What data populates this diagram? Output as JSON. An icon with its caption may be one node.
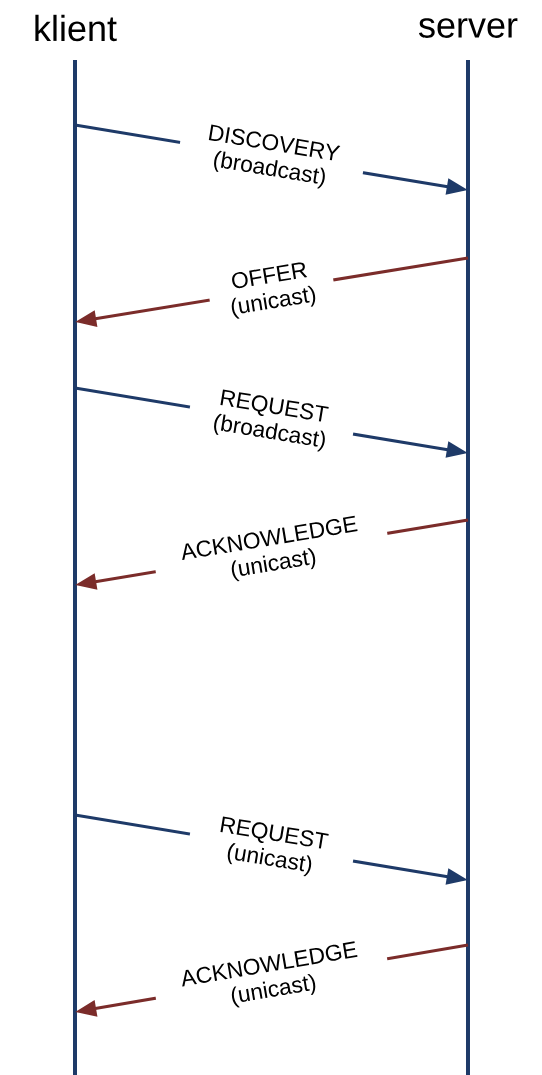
{
  "diagram": {
    "nodes": [
      {
        "text": [
          "klient"
        ]
      },
      {
        "text": [
          "server"
        ]
      }
    ],
    "edges": [
      {
        "from": 0,
        "to": 1,
        "arrow": "to",
        "label": "DISCOVERY (broadcast)",
        "color": "#1e3a68"
      },
      {
        "from": 1,
        "to": 0,
        "arrow": "to",
        "label": "OFFER (unicast)",
        "color": "#7b2c2a"
      },
      {
        "from": 0,
        "to": 1,
        "arrow": "to",
        "label": "REQUEST (broadcast)",
        "color": "#1e3a68"
      },
      {
        "from": 1,
        "to": 0,
        "arrow": "to",
        "label": "ACKNOWLEDGE (unicast)",
        "color": "#7b2c2a"
      },
      {
        "from": 0,
        "to": 1,
        "arrow": "to",
        "label": "REQUEST (unicast)",
        "color": "#1e3a68"
      },
      {
        "from": 1,
        "to": 0,
        "arrow": "to",
        "label": "ACKNOWLEDGE (unicast)",
        "color": "#7b2c2a"
      }
    ]
  }
}
